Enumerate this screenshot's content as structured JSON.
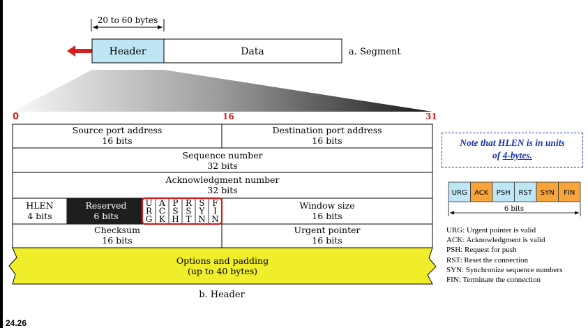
{
  "segment": {
    "size_label": "20 to 60 bytes",
    "header_label": "Header",
    "data_label": "Data",
    "caption": "a. Segment"
  },
  "bit_positions": {
    "start": "0",
    "middle": "16",
    "end": "31"
  },
  "header_fields": {
    "source_port": {
      "title": "Source port address",
      "size": "16 bits"
    },
    "dest_port": {
      "title": "Destination port address",
      "size": "16 bits"
    },
    "sequence": {
      "title": "Sequence number",
      "size": "32 bits"
    },
    "ack": {
      "title": "Acknowledgment number",
      "size": "32 bits"
    },
    "hlen": {
      "title": "HLEN",
      "size": "4 bits"
    },
    "reserved": {
      "title": "Reserved",
      "size": "6 bits"
    },
    "flags": [
      "URG",
      "ACK",
      "PSH",
      "RST",
      "SYN",
      "FIN"
    ],
    "window": {
      "title": "Window size",
      "size": "16 bits"
    },
    "checksum": {
      "title": "Checksum",
      "size": "16 bits"
    },
    "urgent": {
      "title": "Urgent pointer",
      "size": "16 bits"
    },
    "options": {
      "title": "Options and padding",
      "size": "(up to 40 bytes)"
    }
  },
  "header_caption": "b. Header",
  "note": {
    "prefix": "Note that",
    "bold": "HLEN",
    "middle": "is in units",
    "of": "of",
    "unit": "4-bytes."
  },
  "flag_bar": {
    "flags": [
      {
        "label": "URG",
        "color": "#bfe6f5"
      },
      {
        "label": "ACK",
        "color": "#f7a53a"
      },
      {
        "label": "PSH",
        "color": "#bfe6f5"
      },
      {
        "label": "RST",
        "color": "#bfe6f5"
      },
      {
        "label": "SYN",
        "color": "#f7a53a"
      },
      {
        "label": "FIN",
        "color": "#f7a53a"
      }
    ],
    "size_label": "6 bits"
  },
  "flag_legend": [
    "URG: Urgent pointer is valid",
    "ACK: Acknowledgment is valid",
    "PSH: Request for push",
    "RST: Reset the connection",
    "SYN: Synchronize sequence numbers",
    "FIN: Terminate the connection"
  ],
  "figure_number": "24.26",
  "colors": {
    "header_fill": "#bfe6f5",
    "reserved_fill": "#1e1e1e",
    "options_fill": "#f0ee2a",
    "flag_outline": "#cc1f1f",
    "arrow": "#d42020",
    "note": "#1a33b3"
  }
}
